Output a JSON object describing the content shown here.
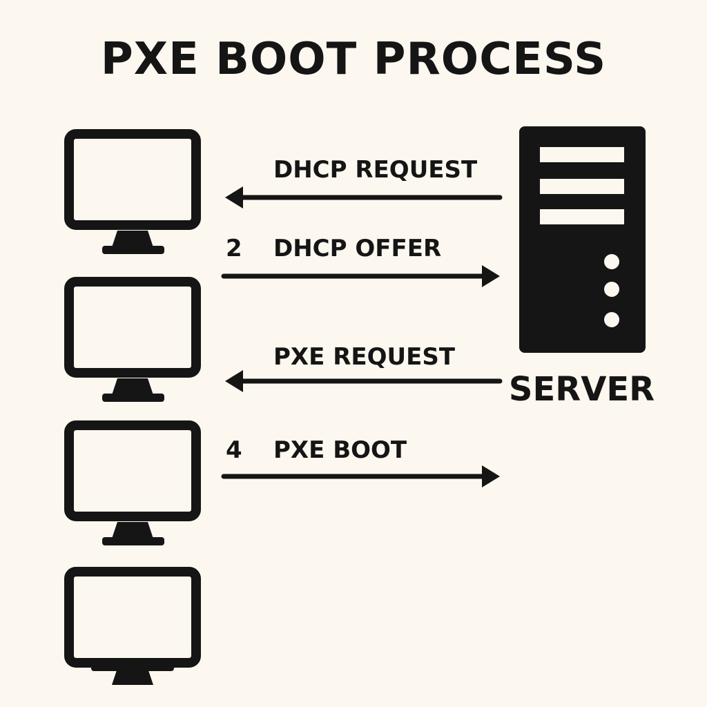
{
  "title": "PXE BOOT PROCESS",
  "server": {
    "label": "SERVER",
    "icon": "server-tower-icon"
  },
  "clients": [
    {
      "icon": "monitor-icon"
    },
    {
      "icon": "monitor-icon"
    },
    {
      "icon": "monitor-icon"
    },
    {
      "icon": "monitor-icon"
    }
  ],
  "messages": [
    {
      "number": "",
      "label": "DHCP REQUEST",
      "direction": "server-to-client"
    },
    {
      "number": "2",
      "label": "DHCP OFFER",
      "direction": "client-to-server"
    },
    {
      "number": "",
      "label": "PXE REQUEST",
      "direction": "server-to-client"
    },
    {
      "number": "4",
      "label": "PXE BOOT",
      "direction": "client-to-server"
    }
  ],
  "colors": {
    "background": "#fcf7ef",
    "ink": "#151515"
  }
}
